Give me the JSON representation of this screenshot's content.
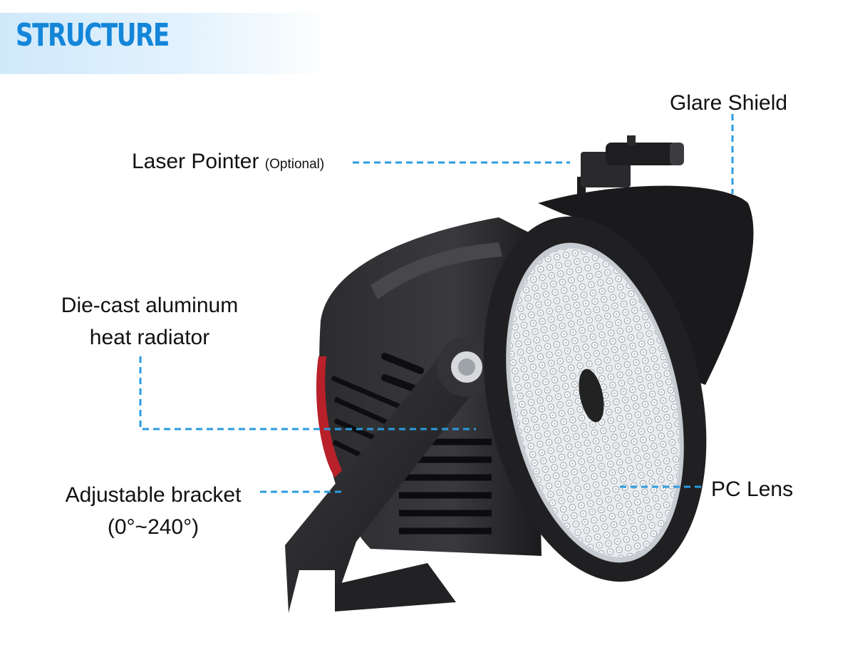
{
  "header": {
    "title": "STRUCTURE"
  },
  "labels": {
    "glare_shield": "Glare Shield",
    "laser_pointer": "Laser Pointer",
    "laser_optional": "(Optional)",
    "radiator_line1": "Die-cast aluminum",
    "radiator_line2": "heat radiator",
    "bracket_line1": "Adjustable bracket",
    "bracket_line2": "(0°~240°)",
    "pc_lens": "PC Lens"
  },
  "colors": {
    "accent": "#1486d9",
    "leader": "#2a9be0",
    "housing": "#1f1f21",
    "accent_red": "#b8202a"
  }
}
